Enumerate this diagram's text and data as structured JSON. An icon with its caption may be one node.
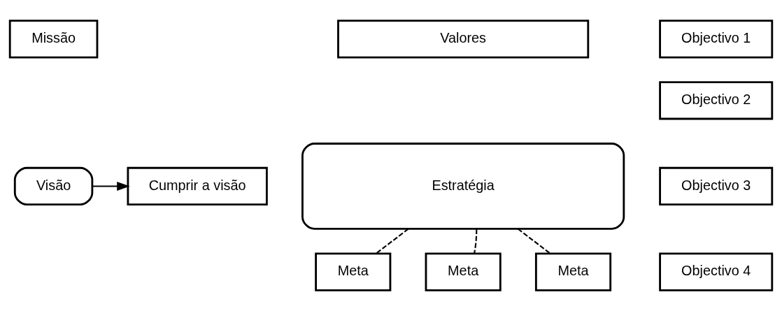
{
  "diagram": {
    "nodes": [
      {
        "text": [
          "Missão"
        ]
      },
      {
        "text": [
          "Valores"
        ]
      },
      {
        "text": [
          "Objectivo 1"
        ]
      },
      {
        "text": [
          "Objectivo 2"
        ]
      },
      {
        "text": [
          "Visão"
        ]
      },
      {
        "text": [
          "Estratégia"
        ]
      },
      {
        "text": [
          "Cumprir a visão"
        ]
      },
      {
        "text": [
          "Objectivo 3"
        ]
      },
      {
        "text": [
          "Objectivo 4"
        ]
      },
      {
        "text": [
          "Meta"
        ]
      },
      {
        "text": [
          "Meta"
        ]
      },
      {
        "text": [
          "Meta"
        ]
      }
    ],
    "edges": [
      {
        "from": 5,
        "to": 9,
        "arrow": "none",
        "style": "dashed"
      },
      {
        "from": 5,
        "to": 10,
        "arrow": "none",
        "style": "dashed"
      },
      {
        "from": 5,
        "to": 11,
        "arrow": "none",
        "style": "dashed"
      },
      {
        "from": 4,
        "to": 6,
        "arrow": "to"
      }
    ]
  }
}
